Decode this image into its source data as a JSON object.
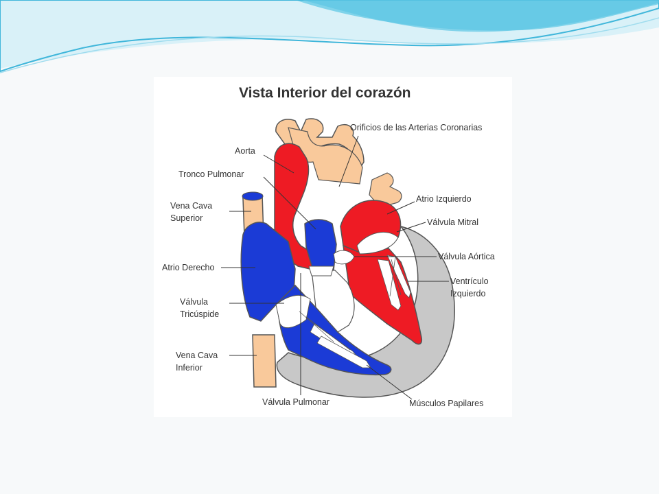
{
  "colors": {
    "background": "#f7f9fa",
    "wave_dark": "#4fc3e0",
    "wave_light": "#bfe8f4",
    "oxygenated_blood": "#ee1b24",
    "deoxygenated_blood": "#1b3bd6",
    "vessel_tan": "#f9c99b",
    "myocardium_gray": "#c8c8c8",
    "outline": "#555555"
  },
  "diagram": {
    "title": "Vista Interior del corazón",
    "labels": {
      "orificios": "Orificios de las Arterias Coronarias",
      "aorta": "Aorta",
      "tronco_pulmonar": "Tronco Pulmonar",
      "vena_cava_superior_1": "Vena Cava",
      "vena_cava_superior_2": "Superior",
      "atrio_izquierdo": "Atrio Izquierdo",
      "valvula_mitral": "Válvula Mitral",
      "valvula_aortica": "Válvula Aórtica",
      "atrio_derecho": "Atrio Derecho",
      "ventriculo_izquierdo_1": "Ventrículo",
      "ventriculo_izquierdo_2": "Izquierdo",
      "valvula_tricuspide_1": "Válvula",
      "valvula_tricuspide_2": "Tricúspide",
      "vena_cava_inferior_1": "Vena Cava",
      "vena_cava_inferior_2": "Inferior",
      "valvula_pulmonar": "Válvula Pulmonar",
      "musculos_papilares": "Músculos Papilares"
    }
  }
}
